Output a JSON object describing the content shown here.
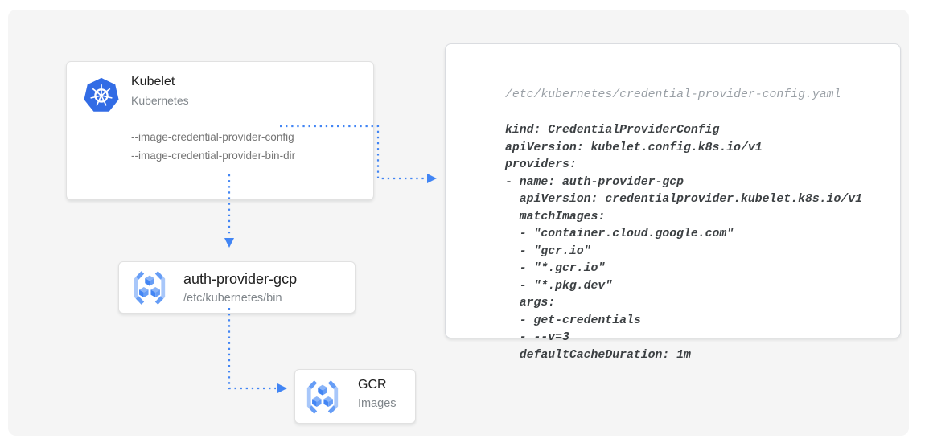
{
  "diagram": {
    "colors": {
      "arrow": "#4285F4",
      "kubernetes_blue": "#326CE5",
      "bracket_light": "#A8C7FA",
      "bracket_dark": "#669DF6",
      "cube_top": "#8AB4F8",
      "cube_left": "#4285F4",
      "cube_right": "#669DF6",
      "canvas_bg": "#F5F5F5"
    },
    "kubelet_card": {
      "title": "Kubelet",
      "subtitle": "Kubernetes",
      "flags": [
        "--image-credential-provider-config",
        "--image-credential-provider-bin-dir"
      ]
    },
    "auth_provider_card": {
      "title": "auth-provider-gcp",
      "subtitle": "/etc/kubernetes/bin"
    },
    "gcr_card": {
      "title": "GCR",
      "subtitle": "Images"
    },
    "config_card": {
      "filename": "/etc/kubernetes/credential-provider-config.yaml",
      "yaml": "kind: CredentialProviderConfig\napiVersion: kubelet.config.k8s.io/v1\nproviders:\n- name: auth-provider-gcp\n  apiVersion: credentialprovider.kubelet.k8s.io/v1\n  matchImages:\n  - \"container.cloud.google.com\"\n  - \"gcr.io\"\n  - \"*.gcr.io\"\n  - \"*.pkg.dev\"\n  args:\n  - get-credentials\n  - --v=3\n  defaultCacheDuration: 1m"
    }
  }
}
